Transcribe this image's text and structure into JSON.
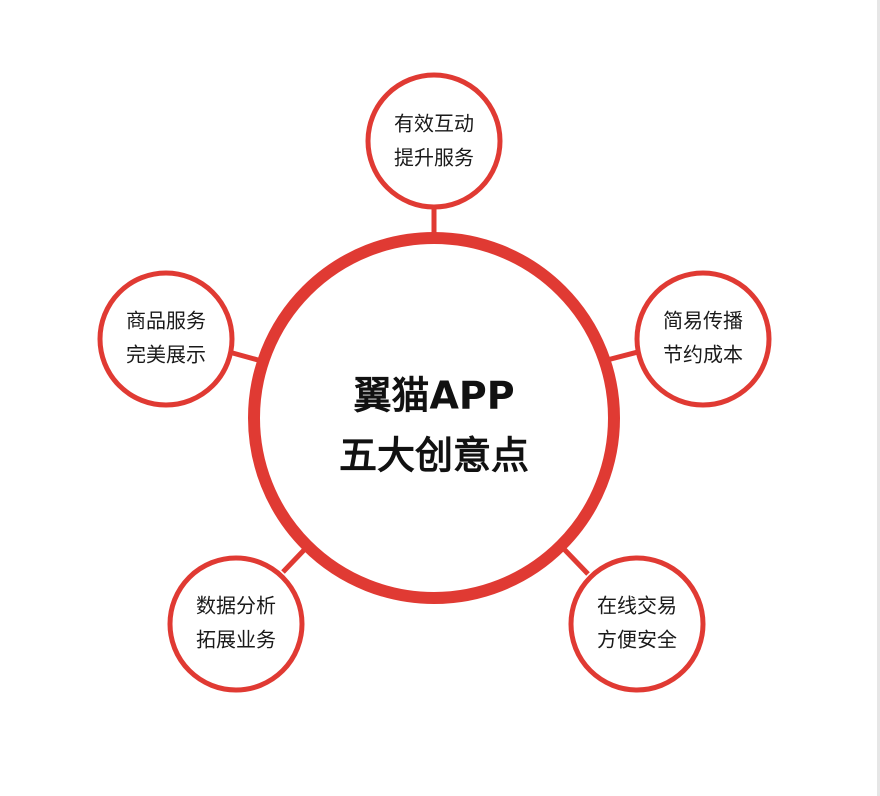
{
  "colors": {
    "ring": "#e03a33",
    "fill": "#ffffff",
    "text": "#1a1a1a"
  },
  "hub": {
    "line1": "翼猫APP",
    "line2": "五大创意点"
  },
  "nodes": [
    {
      "line1": "有效互动",
      "line2": "提升服务"
    },
    {
      "line1": "简易传播",
      "line2": "节约成本"
    },
    {
      "line1": "在线交易",
      "line2": "方便安全"
    },
    {
      "line1": "数据分析",
      "line2": "拓展业务"
    },
    {
      "line1": "商品服务",
      "line2": "完美展示"
    }
  ]
}
